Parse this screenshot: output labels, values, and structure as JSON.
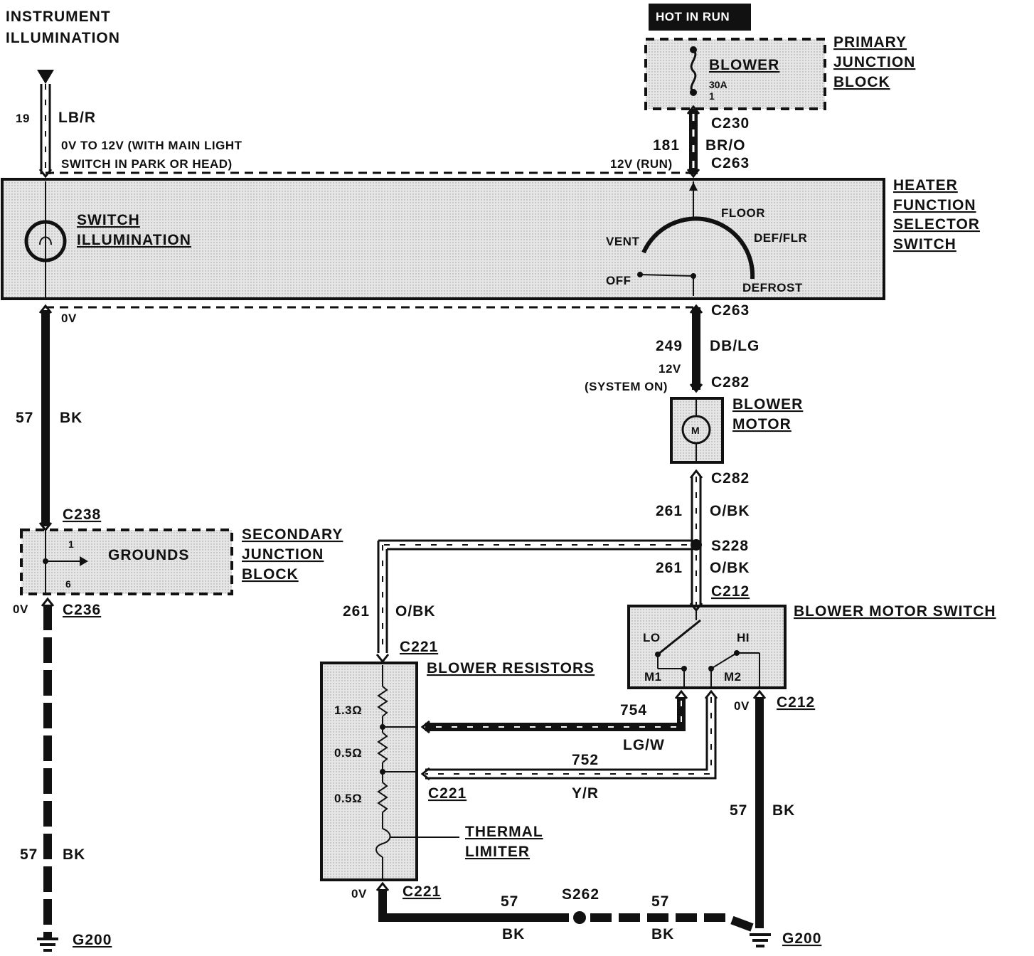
{
  "top": {
    "instrument_illumination": [
      "INSTRUMENT",
      "ILLUMINATION"
    ],
    "hot_in_run": "HOT IN RUN"
  },
  "primary_junction_block": {
    "title": [
      "PRIMARY",
      "JUNCTION",
      "BLOCK"
    ],
    "fuse_name": "BLOWER",
    "fuse_rating": "30A",
    "fuse_pin": "1"
  },
  "wires": {
    "w19": {
      "circuit": "19",
      "color": "LB/R"
    },
    "w181": {
      "circuit": "181",
      "color": "BR/O"
    },
    "w249": {
      "circuit": "249",
      "color": "DB/LG"
    },
    "w57_left_top": {
      "circuit": "57",
      "color": "BK"
    },
    "w57_left_bottom": {
      "circuit": "57",
      "color": "BK"
    },
    "w261_a": {
      "circuit": "261",
      "color": "O/BK"
    },
    "w261_b": {
      "circuit": "261",
      "color": "O/BK"
    },
    "w261_c": {
      "circuit": "261",
      "color": "O/BK"
    },
    "w754": {
      "circuit": "754",
      "color": "LG/W"
    },
    "w752": {
      "circuit": "752",
      "color": "Y/R"
    },
    "w57_right": {
      "circuit": "57",
      "color": "BK"
    },
    "w57_bottom_left": {
      "circuit": "57",
      "color": "BK"
    },
    "w57_bottom_right": {
      "circuit": "57",
      "color": "BK"
    }
  },
  "voltages": {
    "illum_note_1": "0V TO 12V (WITH MAIN LIGHT",
    "illum_note_2": "SWITCH IN PARK OR HEAD)",
    "run_12v": "12V (RUN)",
    "ov_left": "0V",
    "sys_on_1": "12V",
    "sys_on_2": "(SYSTEM ON)",
    "ov_c236": "0V",
    "ov_c212": "0V",
    "ov_c221": "0V"
  },
  "connectors": {
    "c230": "C230",
    "c263_top": "C263",
    "c263_bottom": "C263",
    "c282_top": "C282",
    "c282_bottom": "C282",
    "s228": "S228",
    "c212_top": "C212",
    "c212_bottom": "C212",
    "c238": "C238",
    "c236": "C236",
    "c221_top": "C221",
    "c221_mid": "C221",
    "c221_bottom": "C221",
    "s262": "S262",
    "g200_left": "G200",
    "g200_right": "G200"
  },
  "heater_switch": {
    "title": [
      "HEATER",
      "FUNCTION",
      "SELECTOR",
      "SWITCH"
    ],
    "illum_label": [
      "SWITCH",
      "ILLUMINATION"
    ],
    "positions": {
      "floor": "FLOOR",
      "vent": "VENT",
      "def_flr": "DEF/FLR",
      "off": "OFF",
      "defrost": "DEFROST"
    }
  },
  "blower_motor": {
    "title": [
      "BLOWER",
      "MOTOR"
    ],
    "symbol": "M"
  },
  "secondary_junction_block": {
    "title": [
      "SECONDARY",
      "JUNCTION",
      "BLOCK"
    ],
    "grounds": "GROUNDS",
    "pin_top": "1",
    "pin_bottom": "6"
  },
  "blower_motor_switch": {
    "title": "BLOWER MOTOR SWITCH",
    "lo": "LO",
    "hi": "HI",
    "m1": "M1",
    "m2": "M2"
  },
  "blower_resistors": {
    "title": "BLOWER RESISTORS",
    "r1": "1.3Ω",
    "r2": "0.5Ω",
    "r3": "0.5Ω"
  },
  "thermal_limiter": [
    "THERMAL",
    "LIMITER"
  ]
}
